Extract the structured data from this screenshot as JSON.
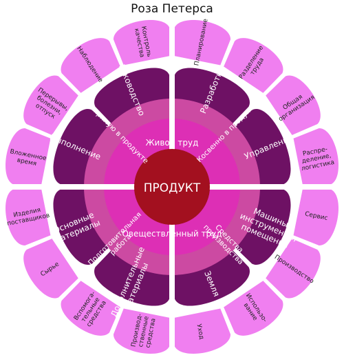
{
  "title": "Роза Петерса",
  "center": "ПРОДУКТ",
  "colors": {
    "outer_petal": "#f07ff0",
    "dark_segment": "#6e1164",
    "middle_ring": "#cc4aa2",
    "inner_disc": "#dd2fb5",
    "center": "#a3101f",
    "separator": "#ffffff"
  },
  "inner_halves": {
    "top": "Живой труд",
    "bottom": "Овеществленный труд"
  },
  "middle_ring": [
    {
      "label": "Напрямую в продукте",
      "position": "upper-left"
    },
    {
      "label": "Косвенно в продукте",
      "position": "upper-right"
    },
    {
      "label": "Подготовительная работа",
      "position": "lower-left"
    },
    {
      "label": "Средства производства",
      "position": "lower-right"
    }
  ],
  "segments": [
    {
      "label": "Разработка",
      "sub": [
        "Планирование",
        "Разделение труда"
      ]
    },
    {
      "label": "Управление",
      "sub": [
        "Общая организация",
        "Распре-деление, логистика"
      ]
    },
    {
      "label": "Машины, инструменты, помещения",
      "sub": [
        "Сервис",
        "Производство"
      ]
    },
    {
      "label": "Земля",
      "sub": [
        "Использо-вание",
        "Уход"
      ]
    },
    {
      "label": "Дополнительные материалы",
      "sub": [
        "Производ-ственные средства",
        "Вспомога-тельные средства"
      ]
    },
    {
      "label": "Основные материалы",
      "sub": [
        "Сырье",
        "Изделия поставщиков"
      ]
    },
    {
      "label": "Выполнение",
      "sub": [
        "Вложенное время",
        "Перерывы, болезни, отпуск"
      ]
    },
    {
      "label": "Руководство",
      "sub": [
        "Наблюдение",
        "Контроль качества"
      ]
    }
  ]
}
